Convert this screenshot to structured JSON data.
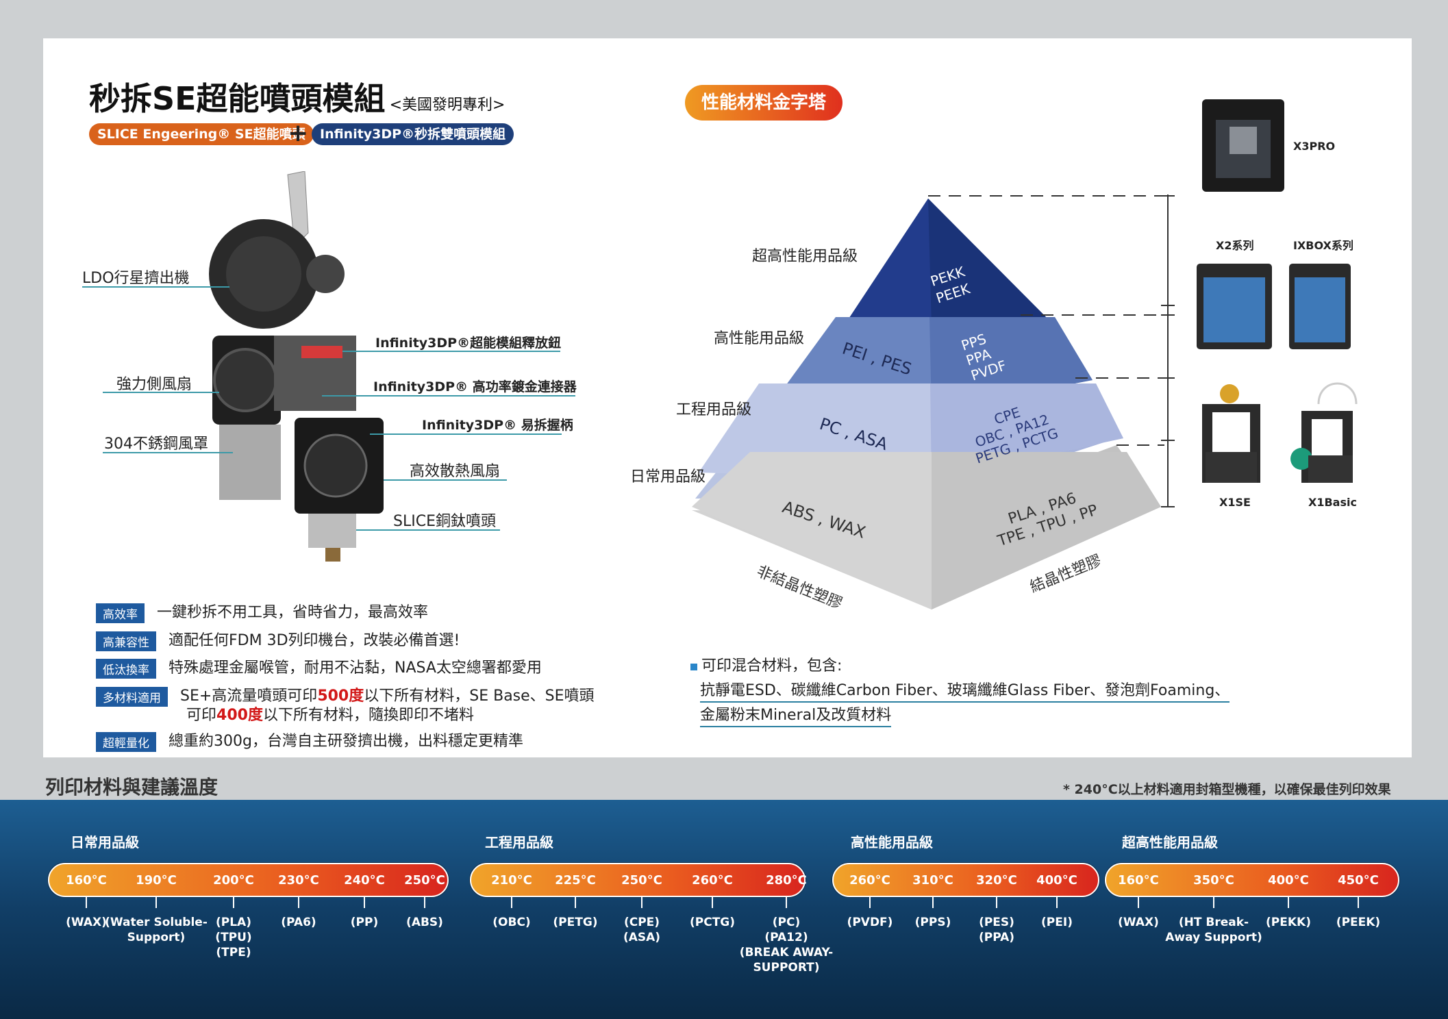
{
  "header": {
    "title": "秒拆SE超能噴頭模組",
    "subtitle": "<美國發明專利>",
    "badge1": "SLICE Engeering® SE超能噴頭",
    "plus": "+",
    "badge2": "Infinity3DP®秒拆雙噴頭模組"
  },
  "parts": {
    "extruder": "LDO行星擠出機",
    "side_fan": "強力側風扇",
    "shroud": "304不銹鋼風罩",
    "release": "Infinity3DP®超能模組釋放鈕",
    "connector": "Infinity3DP® 高功率鍍金連接器",
    "handle": "Infinity3DP® 易拆握柄",
    "cool_fan": "高效散熱風扇",
    "nozzle": "SLICE銅鈦噴頭"
  },
  "features": [
    {
      "tag": "高效率",
      "text": "一鍵秒拆不用工具，省時省力，最高效率"
    },
    {
      "tag": "高兼容性",
      "text": "適配任何FDM 3D列印機台，改裝必備首選!"
    },
    {
      "tag": "低汰換率",
      "text": "特殊處理金屬喉管，耐用不沾黏，NASA太空總署都愛用"
    },
    {
      "tag": "多材料適用",
      "line1a": "SE+高流量噴頭可印",
      "line1red": "500度",
      "line1b": "以下所有材料，SE Base、SE噴頭",
      "line2a": "可印",
      "line2red": "400度",
      "line2b": "以下所有材料，隨換即印不堵料"
    },
    {
      "tag": "超輕量化",
      "text": "總重約300g，台灣自主研發擠出機，出料穩定更精準"
    }
  ],
  "pyramid": {
    "badge": "性能材料金字塔",
    "levels": [
      "超高性能用品級",
      "高性能用品級",
      "工程用品級",
      "日常用品級"
    ],
    "tier1": "PEKK\nPEEK",
    "tier2_left": "PEI , PES",
    "tier2_right": "PPS\nPPA\nPVDF",
    "tier3_left": "PC , ASA",
    "tier3_right": "CPE\nOBC , PA12\nPETG , PCTG",
    "tier4_left": "ABS , WAX",
    "tier4_right": "PLA , PA6\nTPE , TPU , PP",
    "base_left": "非結晶性塑膠",
    "base_right": "結晶性塑膠"
  },
  "printers": {
    "x3pro": "X3PRO",
    "x2": "X2系列",
    "ixbox": "IXBOX系列",
    "x1se": "X1SE",
    "x1basic": "X1Basic"
  },
  "mixed": {
    "line1": "可印混合材料，包含:",
    "line2": "抗靜電ESD、碳纖維Carbon Fiber、玻璃纖維Glass Fiber、發泡劑Foaming、",
    "line3": "金屬粉末Mineral及改質材料"
  },
  "bottom": {
    "title": "列印材料與建議溫度",
    "note": "* 240°C以上材料適用封箱型機種，以確保最佳列印效果",
    "groups": [
      "日常用品級",
      "工程用品級",
      "高性能用品級",
      "超高性能用品級"
    ],
    "temps": [
      "160°C",
      "190°C",
      "200°C",
      "230°C",
      "240°C",
      "250°C",
      "210°C",
      "225°C",
      "250°C",
      "260°C",
      "280°C",
      "260°C",
      "310°C",
      "320°C",
      "400°C",
      "160°C",
      "350°C",
      "400°C",
      "450°C"
    ],
    "materials": [
      "(WAX)",
      "(Water Soluble-\nSupport)",
      "(PLA)\n(TPU)\n(TPE)",
      "(PA6)",
      "(PP)",
      "(ABS)",
      "(OBC)",
      "(PETG)",
      "(CPE)\n(ASA)",
      "(PCTG)",
      "(PC)\n(PA12)\n(BREAK AWAY-\nSUPPORT)",
      "(PVDF)",
      "(PPS)",
      "(PES)\n(PPA)",
      "(PEI)",
      "(WAX)",
      "(HT Break-\nAway Support)",
      "(PEKK)",
      "(PEEK)"
    ]
  },
  "colors": {
    "orange": "#e8701c",
    "navy": "#1e3f7a",
    "tier1": "#1e3b8a",
    "tier2": "#5d79b8",
    "tier3": "#b6c1e0",
    "tier4": "#c8c8c8",
    "tag": "#1e5a9f"
  }
}
